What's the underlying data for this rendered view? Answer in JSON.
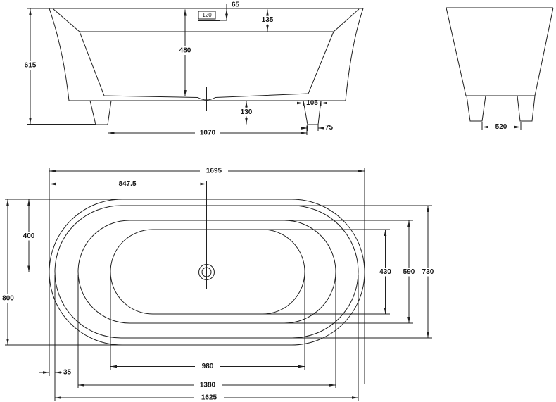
{
  "drawing": {
    "front_view": {
      "overall_height": "615",
      "overflow_width": "120",
      "overflow_top_offset": "65",
      "rim_depth": "135",
      "inner_depth": "480",
      "underside_clearance": "130",
      "foot_top_width": "105",
      "foot_bottom_width": "75",
      "feet_distance": "1070"
    },
    "side_view": {
      "feet_distance": "520"
    },
    "plan_view": {
      "overall_length": "1695",
      "drain_center_offset": "847.5",
      "half_width": "400",
      "overall_width": "800",
      "rim_flange_width": "35",
      "base_length": "980",
      "mid_length": "1380",
      "opening_length": "1625",
      "base_width": "430",
      "mid_width": "590",
      "opening_width": "730"
    },
    "style": {
      "line_color": "#1f1f1f",
      "background": "#ffffff"
    }
  }
}
